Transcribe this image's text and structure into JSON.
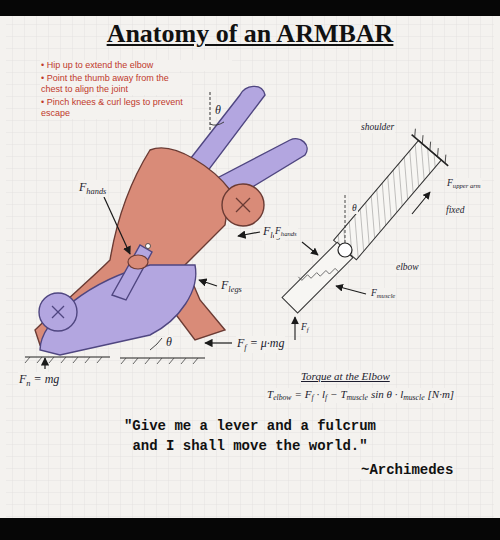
{
  "diagram": {
    "title": "Anatomy of an ARMBAR",
    "caption": "\"Give me a lever and a fulcrum and I shall move the world.\"",
    "labels": [
      "• Hip up to extend the elbow",
      "• Point the thumb away from the chest to align the joint",
      "• Pinch knees & curl legs to prevent escape",
      "θ",
      "F",
      "hands",
      "F",
      "legs",
      "F",
      "legs",
      "θ",
      "F",
      "f",
      "= μ·mg",
      "F",
      "n",
      "= mg",
      "shoulder",
      "F",
      "upper arm",
      "fixed",
      "elbow",
      "F",
      "muscle",
      "F",
      "hands",
      "F",
      "f",
      "θ",
      "Torque at the Elbow",
      "T",
      "elbow",
      "= F",
      "f",
      "· l",
      "f",
      "− T",
      "muscle",
      "sin θ · l",
      "muscle",
      "[N·m]",
      "~Archimedes"
    ]
  }
}
